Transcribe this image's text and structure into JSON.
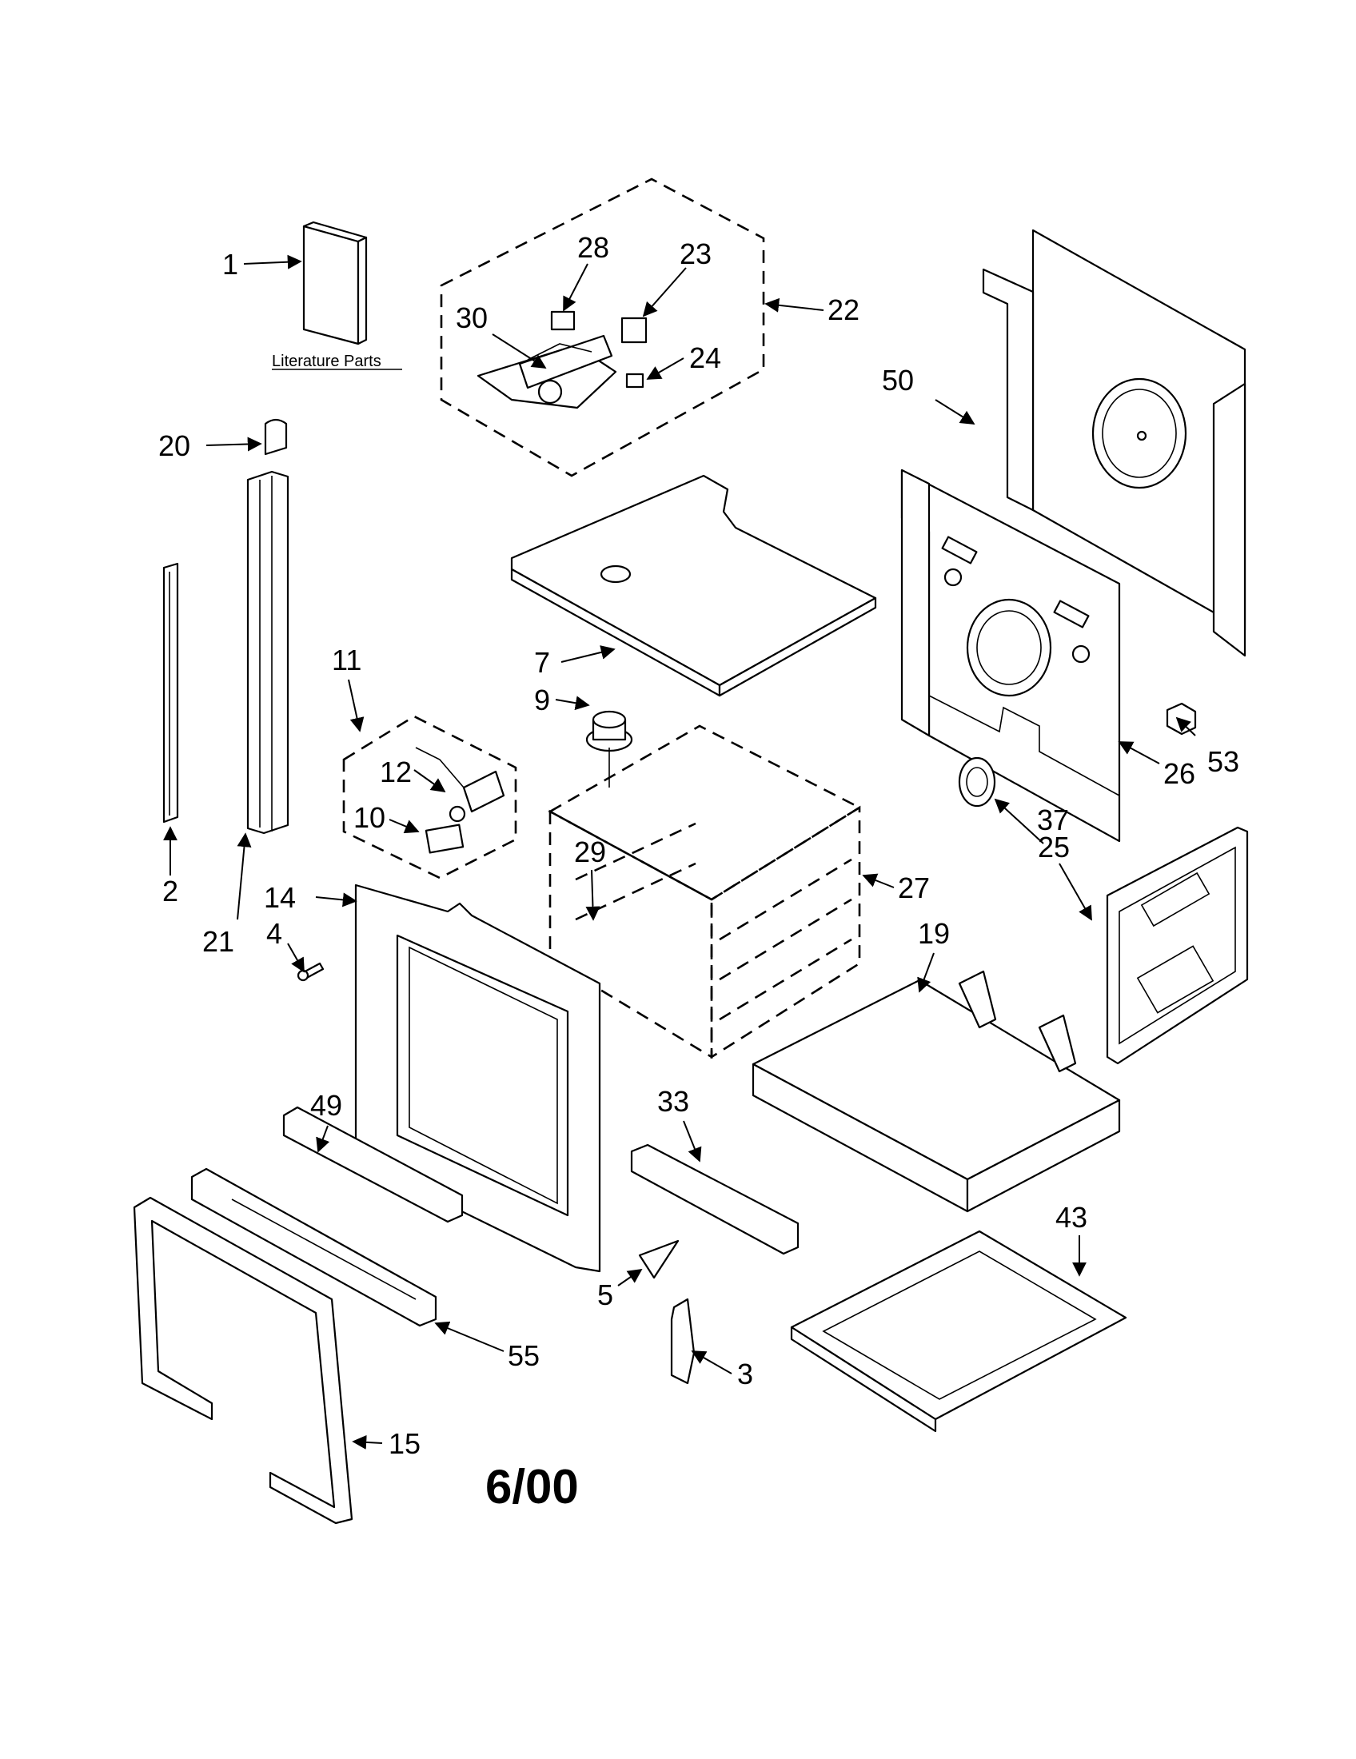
{
  "literature_label": "Literature Parts",
  "revision": "6/00",
  "callouts": [
    {
      "id": "1",
      "label": "1"
    },
    {
      "id": "2",
      "label": "2"
    },
    {
      "id": "3",
      "label": "3"
    },
    {
      "id": "4",
      "label": "4"
    },
    {
      "id": "5",
      "label": "5"
    },
    {
      "id": "7",
      "label": "7"
    },
    {
      "id": "9",
      "label": "9"
    },
    {
      "id": "10",
      "label": "10"
    },
    {
      "id": "11",
      "label": "11"
    },
    {
      "id": "12",
      "label": "12"
    },
    {
      "id": "14",
      "label": "14"
    },
    {
      "id": "15",
      "label": "15"
    },
    {
      "id": "19",
      "label": "19"
    },
    {
      "id": "20",
      "label": "20"
    },
    {
      "id": "21",
      "label": "21"
    },
    {
      "id": "22",
      "label": "22"
    },
    {
      "id": "23",
      "label": "23"
    },
    {
      "id": "24",
      "label": "24"
    },
    {
      "id": "25",
      "label": "25"
    },
    {
      "id": "26",
      "label": "26"
    },
    {
      "id": "27",
      "label": "27"
    },
    {
      "id": "28",
      "label": "28"
    },
    {
      "id": "29",
      "label": "29"
    },
    {
      "id": "30",
      "label": "30"
    },
    {
      "id": "33",
      "label": "33"
    },
    {
      "id": "37",
      "label": "37"
    },
    {
      "id": "43",
      "label": "43"
    },
    {
      "id": "49",
      "label": "49"
    },
    {
      "id": "50",
      "label": "50"
    },
    {
      "id": "53",
      "label": "53"
    },
    {
      "id": "55",
      "label": "55"
    }
  ]
}
